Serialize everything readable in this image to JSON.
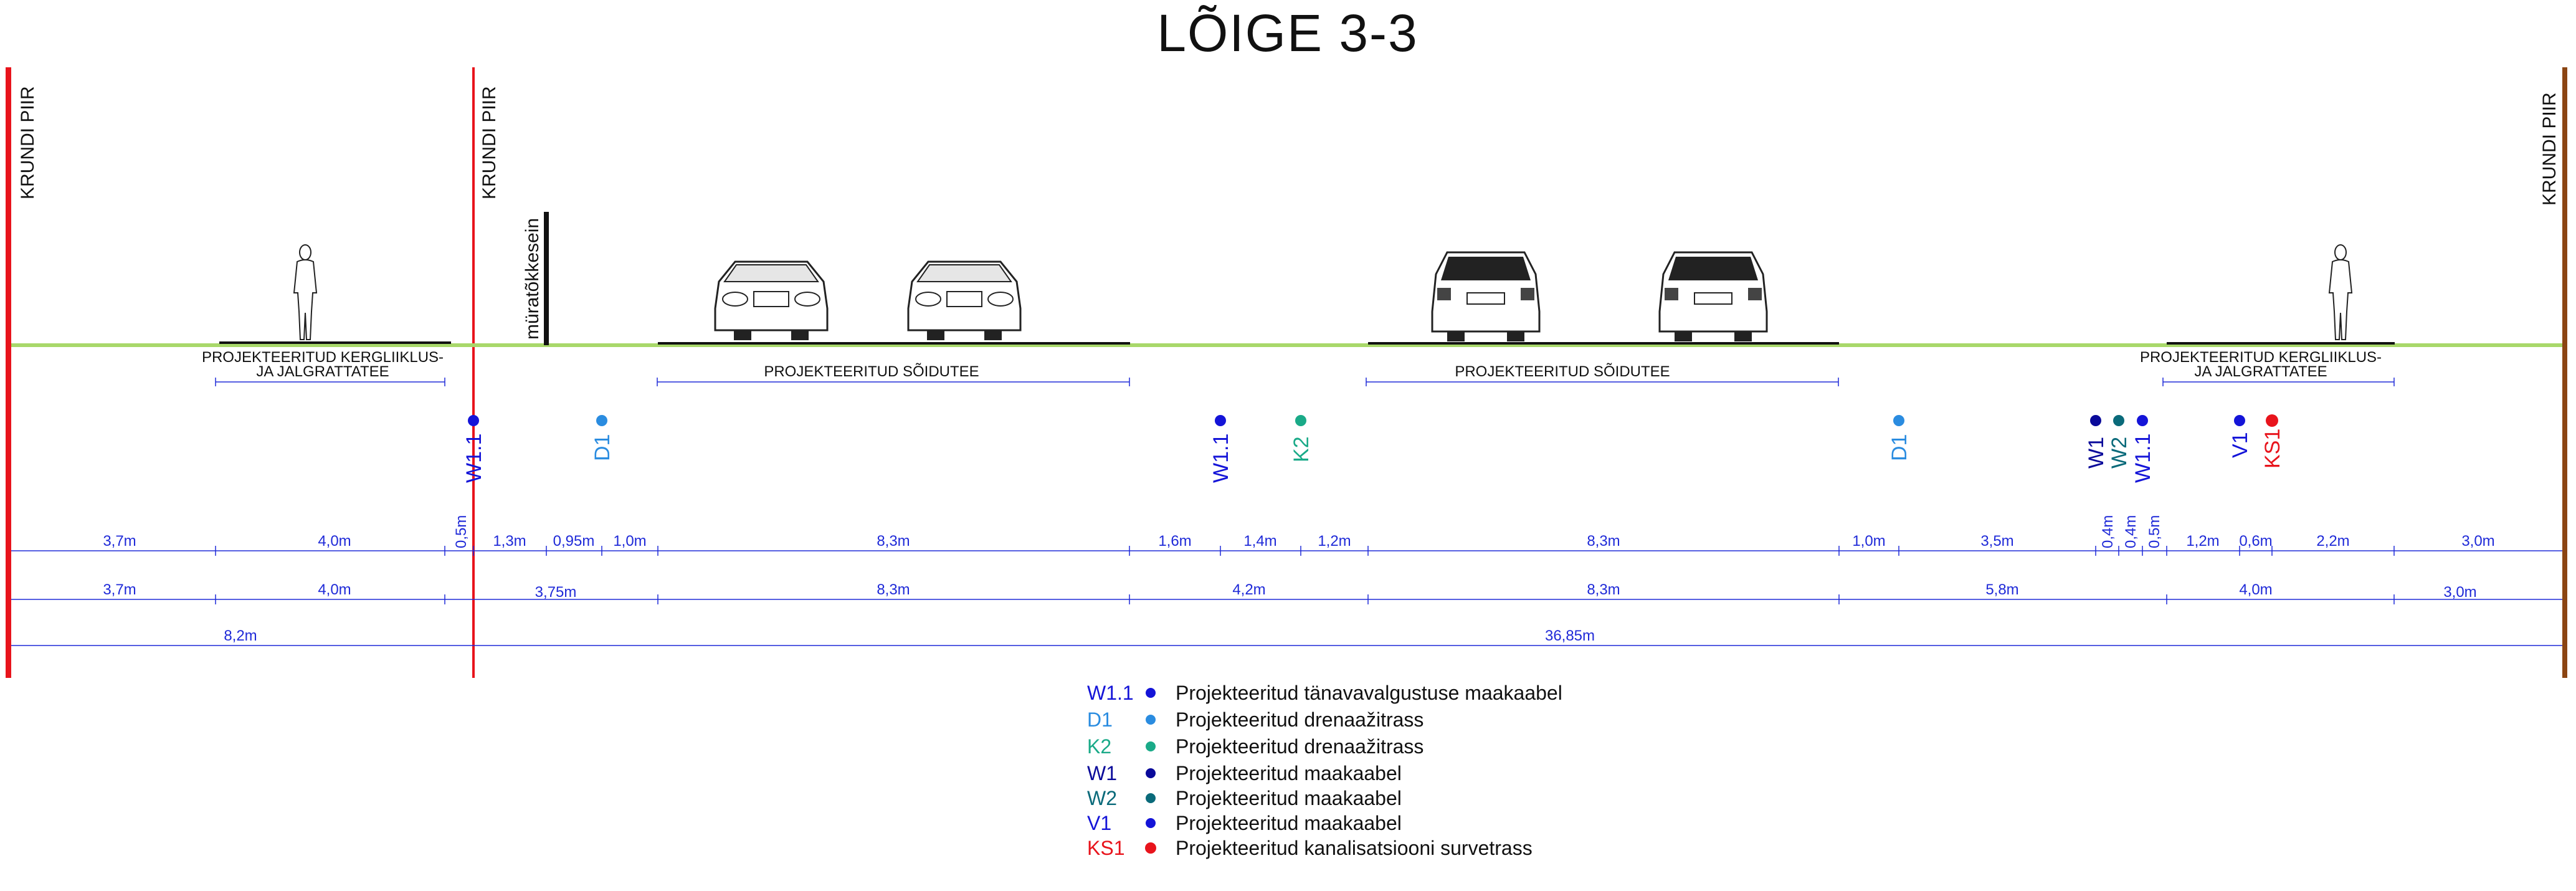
{
  "title": "LÕIGE 3-3",
  "property_lines": [
    {
      "label": "KRUNDI PIIR",
      "color": "#e8141c"
    },
    {
      "label": "KRUNDI PIIR",
      "color": "#e8141c"
    },
    {
      "label": "KRUNDI PIIR",
      "color": "#8b4513"
    }
  ],
  "noise_barrier_label": "müratõkkesein",
  "surface_labels": {
    "path_left_line1": "PROJEKTEERITUD KERGLIIKLUS-",
    "path_left_line2": "JA JALGRATTATEE",
    "road_left": "PROJEKTEERITUD SÕIDUTEE",
    "road_right": "PROJEKTEERITUD SÕIDUTEE",
    "path_right_line1": "PROJEKTEERITUD KERGLIIKLUS-",
    "path_right_line2": "JA JALGRATTATEE"
  },
  "utility_markers": [
    {
      "code": "W1.1",
      "color": "#1414d8"
    },
    {
      "code": "D1",
      "color": "#2a8ce0"
    },
    {
      "code": "W1.1",
      "color": "#1414d8"
    },
    {
      "code": "K2",
      "color": "#1aaa88"
    },
    {
      "code": "D1",
      "color": "#2a8ce0"
    },
    {
      "code": "W1",
      "color": "#0a0a9a"
    },
    {
      "code": "W2",
      "color": "#0a6a7a"
    },
    {
      "code": "W1.1",
      "color": "#1414d8"
    },
    {
      "code": "V1",
      "color": "#1414d8"
    },
    {
      "code": "KS1",
      "color": "#e8141c"
    }
  ],
  "dimensions": {
    "row1": [
      "3,7m",
      "4,0m",
      "0,5m",
      "1,3m",
      "0,95m",
      "1,0m",
      "8,3m",
      "1,6m",
      "1,4m",
      "1,2m",
      "8,3m",
      "1,0m",
      "3,5m",
      "0,4m",
      "0,4m",
      "0,5m",
      "1,2m",
      "0,6m",
      "2,2m",
      "3,0m"
    ],
    "row2": [
      "3,7m",
      "4,0m",
      "3,75m",
      "8,3m",
      "4,2m",
      "8,3m",
      "5,8m",
      "4,0m",
      "3,0m"
    ],
    "row3": [
      "8,2m",
      "36,85m"
    ]
  },
  "legend": [
    {
      "code": "W1.1",
      "description": "Projekteeritud tänavavalgustuse maakaabel",
      "color": "#1414d8"
    },
    {
      "code": "D1",
      "description": "Projekteeritud drenaažitrass",
      "color": "#2a8ce0"
    },
    {
      "code": "K2",
      "description": "Projekteeritud drenaažitrass",
      "color": "#1aaa88"
    },
    {
      "code": "W1",
      "description": "Projekteeritud maakaabel",
      "color": "#0a0a9a"
    },
    {
      "code": "W2",
      "description": "Projekteeritud maakaabel",
      "color": "#0a6a7a"
    },
    {
      "code": "V1",
      "description": "Projekteeritud maakaabel",
      "color": "#1414d8"
    },
    {
      "code": "KS1",
      "description": "Projekteeritud kanalisatsiooni survetrass",
      "color": "#e8141c"
    }
  ],
  "colors": {
    "ground": "#a8d86a",
    "dimension": "#1f2ad8"
  }
}
